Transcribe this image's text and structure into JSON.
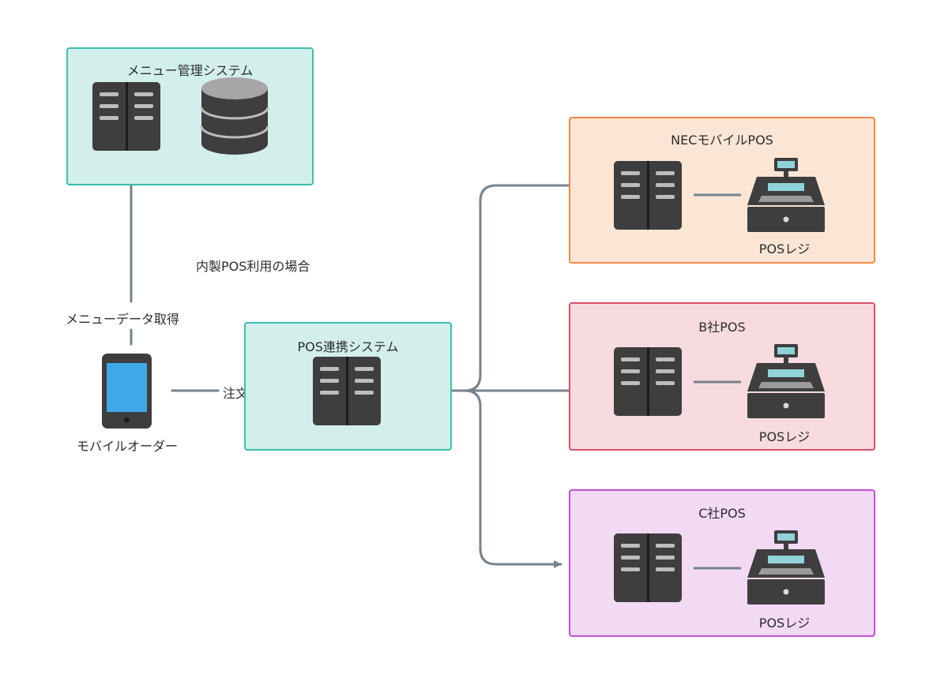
{
  "menu_system": {
    "title": "メニュー管理システム"
  },
  "pos_link_system": {
    "title": "POS連携システム"
  },
  "nec_pos": {
    "title": "NECモバイルPOS",
    "register_label": "POSレジ"
  },
  "b_pos": {
    "title": "B社POS",
    "register_label": "POSレジ"
  },
  "c_pos": {
    "title": "C社POS",
    "register_label": "POSレジ"
  },
  "labels": {
    "in_house_note": "内製POS利用の場合",
    "menu_fetch": "メニューデータ取得",
    "order": "注文",
    "mobile_order": "モバイルオーダー"
  },
  "colors": {
    "teal_fill": "#d2efec",
    "teal_border": "#3dbfae",
    "orange_fill": "#fbe5d5",
    "orange_border": "#ef8a44",
    "red_fill": "#f7dbdf",
    "red_border": "#d9506b",
    "purple_fill": "#f2d9f4",
    "purple_border": "#c44fd6",
    "arrow": "#76838f"
  }
}
